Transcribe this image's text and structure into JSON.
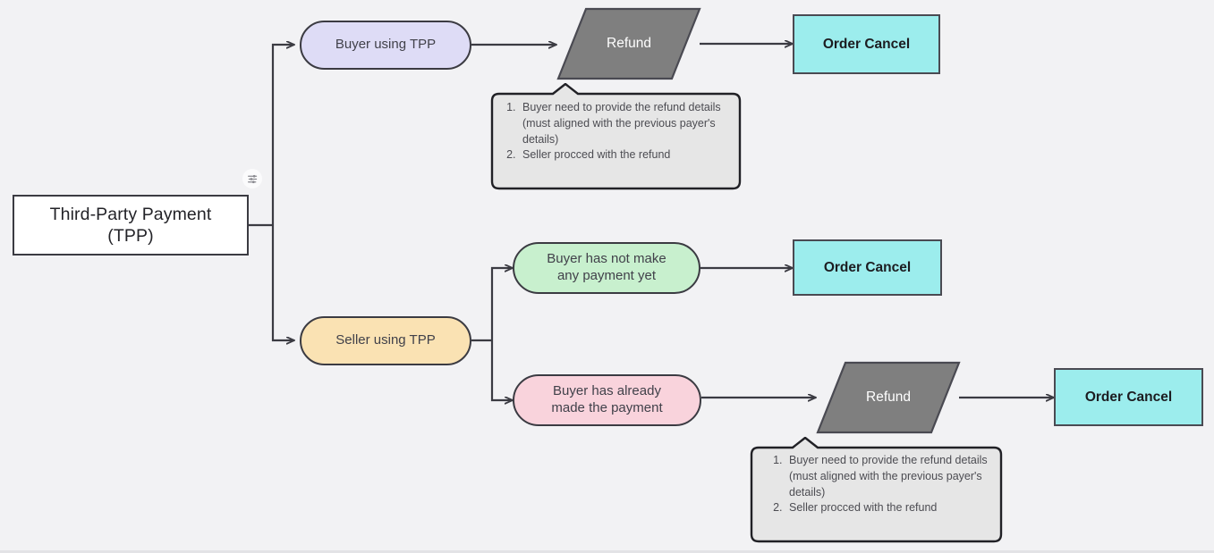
{
  "diagram": {
    "title_node": "Third-Party Payment\n(TPP)",
    "title_line1": "Third-Party Payment",
    "title_line2": "(TPP)",
    "background_color": "#f2f2f4",
    "edge_color": "#3b3b42",
    "badge_icon": "sliders-icon"
  },
  "nodes": {
    "root": {
      "label_line1": "Third-Party Payment",
      "label_line2": "(TPP)",
      "fill": "#ffffff",
      "shape": "rectangle"
    },
    "buyer_using_tpp": {
      "label": "Buyer using TPP",
      "fill": "#dedcf6",
      "shape": "stadium"
    },
    "seller_using_tpp": {
      "label": "Seller using TPP",
      "fill": "#fae2b3",
      "shape": "stadium"
    },
    "buyer_no_payment": {
      "label_line1": "Buyer has not make",
      "label_line2": "any payment yet",
      "fill": "#c8f0ce",
      "shape": "stadium"
    },
    "buyer_paid": {
      "label_line1": "Buyer has already",
      "label_line2": "made the payment",
      "fill": "#f9d3dc",
      "shape": "stadium"
    },
    "refund_top": {
      "label": "Refund",
      "fill": "#7f7f7f",
      "shape": "parallelogram"
    },
    "refund_bottom": {
      "label": "Refund",
      "fill": "#7f7f7f",
      "shape": "parallelogram"
    },
    "order_cancel_1": {
      "label": "Order Cancel",
      "fill": "#9ceded",
      "shape": "rectangle"
    },
    "order_cancel_2": {
      "label": "Order Cancel",
      "fill": "#9ceded",
      "shape": "rectangle"
    },
    "order_cancel_3": {
      "label": "Order Cancel",
      "fill": "#9ceded",
      "shape": "rectangle"
    }
  },
  "callouts": {
    "top": {
      "item1": "Buyer need to provide the refund details (must aligned with the previous payer's details)",
      "item2": "Seller procced with the refund",
      "fill": "#e6e6e6"
    },
    "bottom": {
      "item1": "Buyer need to provide the refund details (must aligned with the previous payer's details)",
      "item2": "Seller procced with the refund",
      "fill": "#e6e6e6"
    }
  }
}
